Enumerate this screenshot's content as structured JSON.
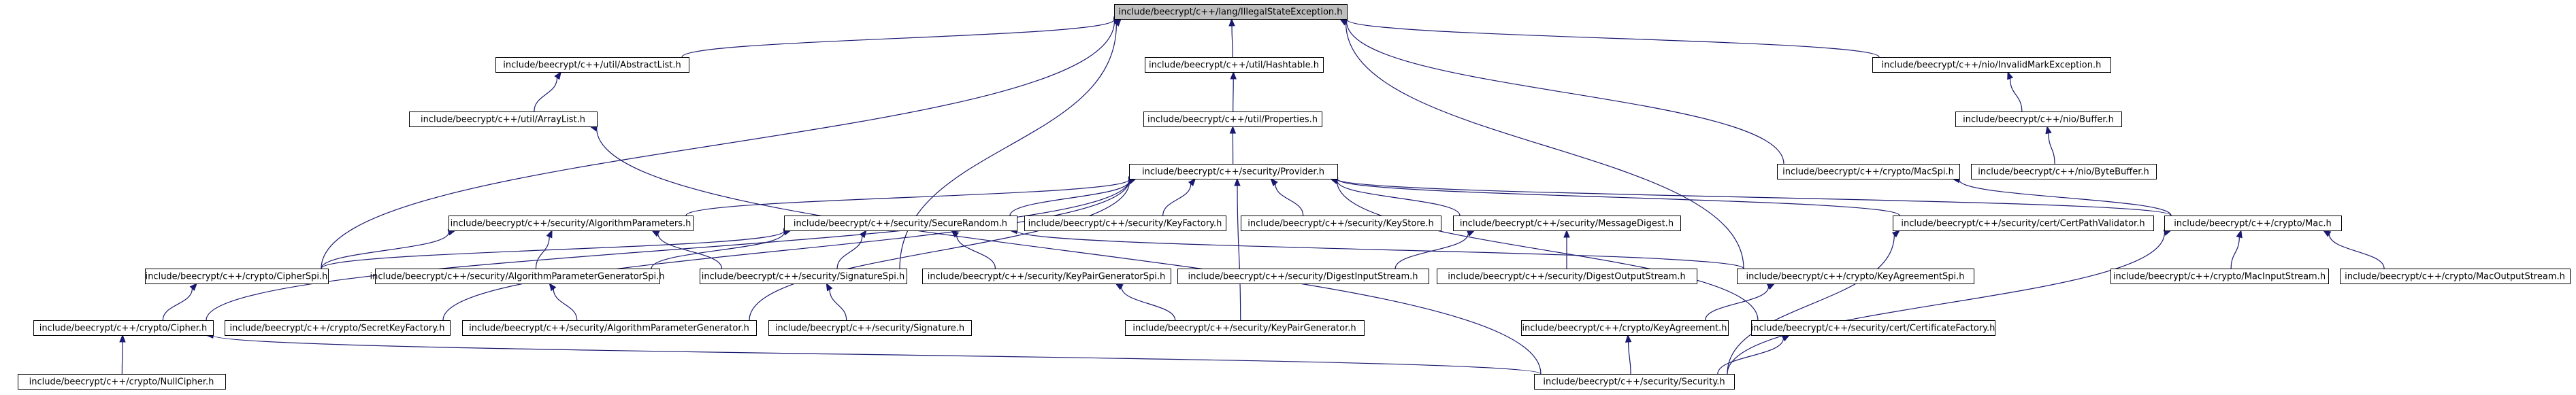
{
  "root": "n0",
  "nodes": [
    {
      "id": "n0",
      "label": "include/beecrypt/c++/lang/IllegalStateException.h"
    },
    {
      "id": "n1",
      "label": "include/beecrypt/c++/util/AbstractList.h"
    },
    {
      "id": "n2",
      "label": "include/beecrypt/c++/util/ArrayList.h"
    },
    {
      "id": "n3",
      "label": "include/beecrypt/c++/util/Hashtable.h"
    },
    {
      "id": "n4",
      "label": "include/beecrypt/c++/util/Properties.h"
    },
    {
      "id": "n5",
      "label": "include/beecrypt/c++/security/Provider.h"
    },
    {
      "id": "n6",
      "label": "include/beecrypt/c++/nio/InvalidMarkException.h"
    },
    {
      "id": "n7",
      "label": "include/beecrypt/c++/nio/Buffer.h"
    },
    {
      "id": "n8",
      "label": "include/beecrypt/c++/nio/ByteBuffer.h"
    },
    {
      "id": "n9",
      "label": "include/beecrypt/c++/crypto/MacSpi.h"
    },
    {
      "id": "n10",
      "label": "include/beecrypt/c++/security/AlgorithmParameters.h"
    },
    {
      "id": "n11",
      "label": "include/beecrypt/c++/security/SecureRandom.h"
    },
    {
      "id": "n12",
      "label": "include/beecrypt/c++/security/KeyFactory.h"
    },
    {
      "id": "n13",
      "label": "include/beecrypt/c++/security/KeyStore.h"
    },
    {
      "id": "n14",
      "label": "include/beecrypt/c++/security/MessageDigest.h"
    },
    {
      "id": "n15",
      "label": "include/beecrypt/c++/security/cert/CertPathValidator.h"
    },
    {
      "id": "n16",
      "label": "include/beecrypt/c++/crypto/Mac.h"
    },
    {
      "id": "n17",
      "label": "include/beecrypt/c++/crypto/CipherSpi.h"
    },
    {
      "id": "n18",
      "label": "include/beecrypt/c++/security/AlgorithmParameterGeneratorSpi.h"
    },
    {
      "id": "n19",
      "label": "include/beecrypt/c++/security/SignatureSpi.h"
    },
    {
      "id": "n20",
      "label": "include/beecrypt/c++/security/KeyPairGeneratorSpi.h"
    },
    {
      "id": "n21",
      "label": "include/beecrypt/c++/security/DigestInputStream.h"
    },
    {
      "id": "n22",
      "label": "include/beecrypt/c++/security/DigestOutputStream.h"
    },
    {
      "id": "n23",
      "label": "include/beecrypt/c++/crypto/KeyAgreementSpi.h"
    },
    {
      "id": "n24",
      "label": "include/beecrypt/c++/crypto/MacInputStream.h"
    },
    {
      "id": "n25",
      "label": "include/beecrypt/c++/crypto/MacOutputStream.h"
    },
    {
      "id": "n26",
      "label": "include/beecrypt/c++/crypto/Cipher.h"
    },
    {
      "id": "n27",
      "label": "include/beecrypt/c++/crypto/SecretKeyFactory.h"
    },
    {
      "id": "n28",
      "label": "include/beecrypt/c++/security/AlgorithmParameterGenerator.h"
    },
    {
      "id": "n29",
      "label": "include/beecrypt/c++/security/Signature.h"
    },
    {
      "id": "n30",
      "label": "include/beecrypt/c++/security/KeyPairGenerator.h"
    },
    {
      "id": "n31",
      "label": "include/beecrypt/c++/crypto/KeyAgreement.h"
    },
    {
      "id": "n32",
      "label": "include/beecrypt/c++/security/cert/CertificateFactory.h"
    },
    {
      "id": "n33",
      "label": "include/beecrypt/c++/crypto/NullCipher.h"
    },
    {
      "id": "n34",
      "label": "include/beecrypt/c++/security/Security.h"
    }
  ],
  "edges": [
    {
      "from": "n1",
      "to": "n0"
    },
    {
      "from": "n3",
      "to": "n0"
    },
    {
      "from": "n6",
      "to": "n0"
    },
    {
      "from": "n9",
      "to": "n0"
    },
    {
      "from": "n17",
      "to": "n0"
    },
    {
      "from": "n19",
      "to": "n0"
    },
    {
      "from": "n23",
      "to": "n0"
    },
    {
      "from": "n2",
      "to": "n1"
    },
    {
      "from": "n34",
      "to": "n2"
    },
    {
      "from": "n4",
      "to": "n3"
    },
    {
      "from": "n5",
      "to": "n4"
    },
    {
      "from": "n7",
      "to": "n6"
    },
    {
      "from": "n8",
      "to": "n7"
    },
    {
      "from": "n16",
      "to": "n9"
    },
    {
      "from": "n10",
      "to": "n5"
    },
    {
      "from": "n11",
      "to": "n5"
    },
    {
      "from": "n12",
      "to": "n5"
    },
    {
      "from": "n13",
      "to": "n5"
    },
    {
      "from": "n14",
      "to": "n5"
    },
    {
      "from": "n15",
      "to": "n5"
    },
    {
      "from": "n16",
      "to": "n5"
    },
    {
      "from": "n26",
      "to": "n5"
    },
    {
      "from": "n27",
      "to": "n5"
    },
    {
      "from": "n28",
      "to": "n5"
    },
    {
      "from": "n30",
      "to": "n5"
    },
    {
      "from": "n32",
      "to": "n5"
    },
    {
      "from": "n17",
      "to": "n10"
    },
    {
      "from": "n18",
      "to": "n10"
    },
    {
      "from": "n19",
      "to": "n10"
    },
    {
      "from": "n17",
      "to": "n11"
    },
    {
      "from": "n18",
      "to": "n11"
    },
    {
      "from": "n19",
      "to": "n11"
    },
    {
      "from": "n20",
      "to": "n11"
    },
    {
      "from": "n23",
      "to": "n11"
    },
    {
      "from": "n21",
      "to": "n14"
    },
    {
      "from": "n22",
      "to": "n14"
    },
    {
      "from": "n34",
      "to": "n15"
    },
    {
      "from": "n24",
      "to": "n16"
    },
    {
      "from": "n25",
      "to": "n16"
    },
    {
      "from": "n34",
      "to": "n16"
    },
    {
      "from": "n26",
      "to": "n17"
    },
    {
      "from": "n28",
      "to": "n18"
    },
    {
      "from": "n29",
      "to": "n19"
    },
    {
      "from": "n30",
      "to": "n20"
    },
    {
      "from": "n31",
      "to": "n23"
    },
    {
      "from": "n33",
      "to": "n26"
    },
    {
      "from": "n34",
      "to": "n26"
    },
    {
      "from": "n34",
      "to": "n31"
    },
    {
      "from": "n34",
      "to": "n32"
    }
  ]
}
